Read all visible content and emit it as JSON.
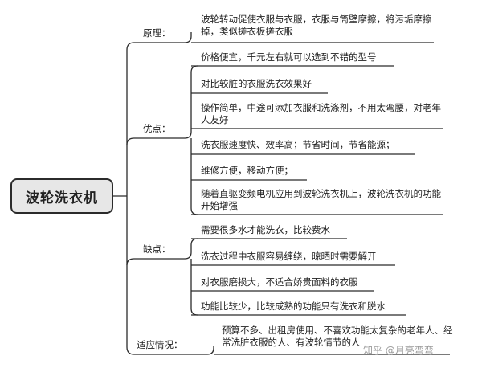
{
  "root": "波轮洗衣机",
  "branches": [
    {
      "label": "原理：",
      "items": [
        "波轮转动促使衣服与衣服，衣服与筒壁摩擦，将污垢摩擦掉，类似搓衣板搓衣服"
      ]
    },
    {
      "label": "优点：",
      "items": [
        "价格便宜，千元左右就可以选到不错的型号",
        "对比较脏的衣服洗衣效果好",
        "操作简单，中途可添加衣服和洗涤剂，不用太弯腰，对老年人友好",
        "洗衣服速度快、效率高；节省时间，节省能源；",
        "维修方便，移动方便；",
        "随着直驱变频电机应用到波轮洗衣机上，波轮洗衣机的功能开始增强"
      ]
    },
    {
      "label": "缺点：",
      "items": [
        "需要很多水才能洗衣，比较费水",
        "洗衣过程中衣服容易缠绕，晾晒时需要解开",
        "对衣服磨损大，不适合娇贵面料的衣服",
        "功能比较少，比较成熟的功能只有洗衣和脱水"
      ]
    },
    {
      "label": "适应情况：",
      "items": [
        "预算不多、出租房使用、不喜欢功能太复杂的老年人、经常洗脏衣服的人、有波轮情节的人"
      ]
    }
  ],
  "watermark": "知乎 @月亮弯弯",
  "colors": {
    "line": "#2b2b2b",
    "root_fill": "#e7e7e7"
  }
}
